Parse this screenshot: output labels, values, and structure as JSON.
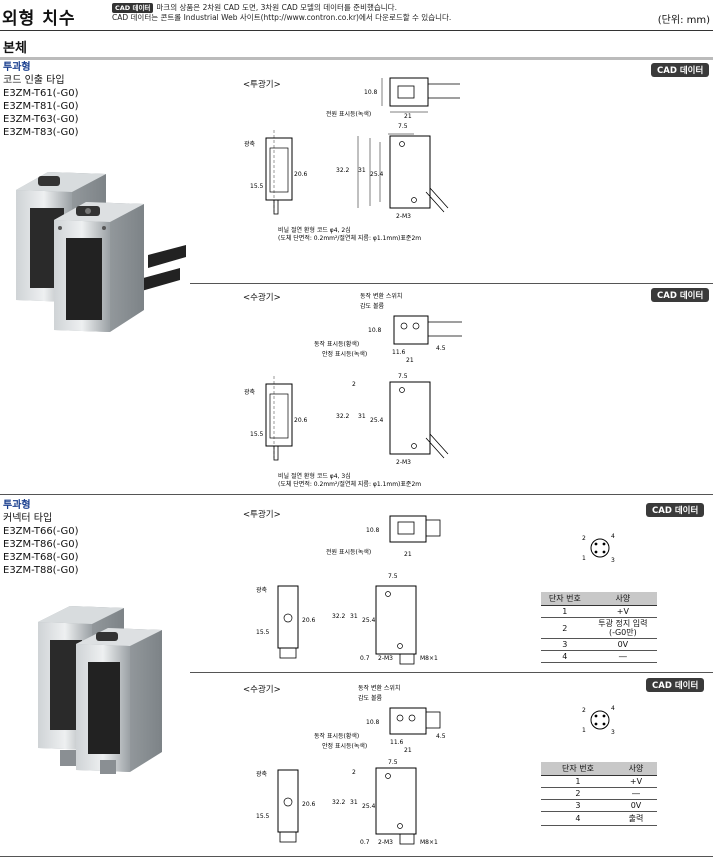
{
  "header": {
    "title": "외형 치수",
    "cad_badge": "CAD 데이터",
    "note_line1": "마크의 상품은 2차원 CAD 도면, 3차원 CAD 모델의 데이터를 준비했습니다.",
    "note_line2": "CAD 데이터는 콘트롤 Industrial Web 사이트(http://www.contron.co.kr)에서 다운로드할 수 있습니다.",
    "unit": "(단위: mm)"
  },
  "section": {
    "title": "본체"
  },
  "groups": [
    {
      "type": "투과형",
      "subtype": "코드 인출 타입",
      "models": [
        "E3ZM-T61(-G0)",
        "E3ZM-T81(-G0)",
        "E3ZM-T63(-G0)",
        "E3ZM-T83(-G0)"
      ]
    },
    {
      "type": "투과형",
      "subtype": "커넥터 타입",
      "models": [
        "E3ZM-T66(-G0)",
        "E3ZM-T86(-G0)",
        "E3ZM-T68(-G0)",
        "E3ZM-T88(-G0)"
      ]
    }
  ],
  "cad_button": "CAD 데이터",
  "views": {
    "emitter": "<투광기>",
    "receiver": "<수광기>"
  },
  "drawing_labels": {
    "power_indicator": "전원 표시등(녹색)",
    "optical_axis": "광축",
    "op_mode_switch": "동작 변환 스위치",
    "sensitivity": "감도 볼륨",
    "op_indicator": "동작 표시등(황색)",
    "stable_indicator": "안정 표시등(녹색)",
    "cable_note1_emit": "비닐 절연 환형 코드 φ4, 2심",
    "cable_note1_recv": "비닐 절연 환형 코드 φ4, 3심",
    "cable_note2": "(도체 단면적: 0.2mm²/절연체 지름: φ1.1mm)표준2m",
    "screw": "2-M3",
    "connector": "M8×1",
    "dims": {
      "d10_8": "10.8",
      "d21": "21",
      "d7_5": "7.5",
      "d2": "2",
      "d32_2": "32.2",
      "d31": "31",
      "d25_4": "25.4",
      "d20_6": "20.6",
      "d15_5": "15.5",
      "d11_6": "11.6",
      "d4_5": "4.5",
      "d0_7": "0.7"
    }
  },
  "pin_diagram_labels": {
    "p1": "1",
    "p2": "2",
    "p3": "3",
    "p4": "4"
  },
  "pin_table_emit": {
    "headers": [
      "단자 번호",
      "사양"
    ],
    "rows": [
      [
        "1",
        "+V"
      ],
      [
        "2",
        "투광 정지 입력\n(-G0만)"
      ],
      [
        "3",
        "0V"
      ],
      [
        "4",
        "―"
      ]
    ]
  },
  "pin_table_recv": {
    "headers": [
      "단자 번호",
      "사양"
    ],
    "rows": [
      [
        "1",
        "+V"
      ],
      [
        "2",
        "―"
      ],
      [
        "3",
        "0V"
      ],
      [
        "4",
        "출력"
      ]
    ]
  },
  "colors": {
    "accent": "#1a3f8f",
    "badge": "#3a3a3a"
  }
}
